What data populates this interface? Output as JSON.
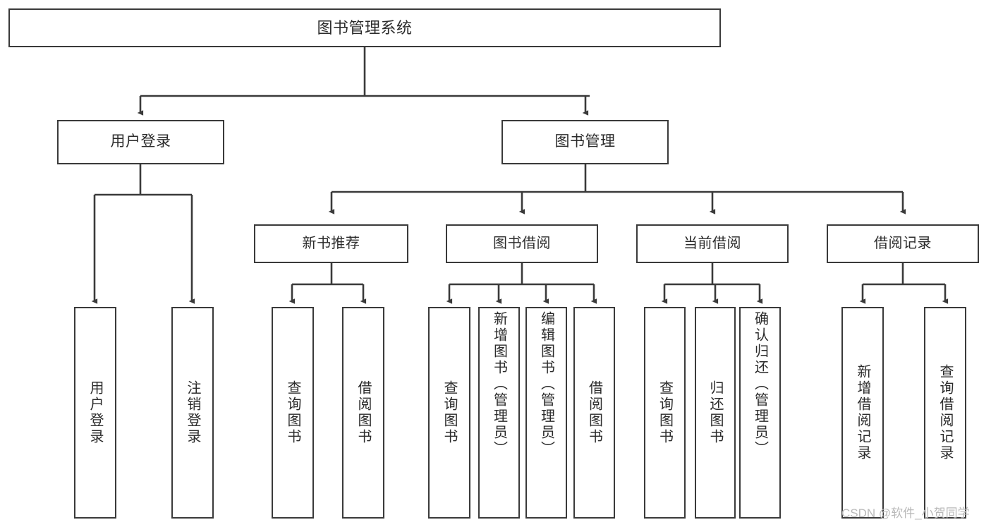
{
  "diagram": {
    "type": "tree",
    "title": "图书管理系统",
    "watermark": "CSDN @软件_小贺同学",
    "colors": {
      "box_border": "#3a3a3a",
      "box_fill": "#ffffff",
      "connector": "#3a3a3a",
      "text": "#2b2b2b",
      "watermark": "#b9b9b9"
    },
    "levels": {
      "root": {
        "label": "图书管理系统"
      },
      "level2": [
        {
          "label": "用户登录"
        },
        {
          "label": "图书管理"
        }
      ],
      "level3": [
        {
          "label": "新书推荐"
        },
        {
          "label": "图书借阅"
        },
        {
          "label": "当前借阅"
        },
        {
          "label": "借阅记录"
        }
      ],
      "leaves": [
        {
          "label": "用户登录",
          "parent": "用户登录"
        },
        {
          "label": "注销登录",
          "parent": "用户登录"
        },
        {
          "label": "查询图书",
          "parent": "新书推荐"
        },
        {
          "label": "借阅图书",
          "parent": "新书推荐"
        },
        {
          "label": "查询图书",
          "parent": "图书借阅"
        },
        {
          "label": "新增图书（管理员）",
          "parent": "图书借阅"
        },
        {
          "label": "编辑图书（管理员）",
          "parent": "图书借阅"
        },
        {
          "label": "借阅图书",
          "parent": "图书借阅"
        },
        {
          "label": "查询图书",
          "parent": "当前借阅"
        },
        {
          "label": "归还图书",
          "parent": "当前借阅"
        },
        {
          "label": "确认归还（管理员）",
          "parent": "当前借阅"
        },
        {
          "label": "新增借阅记录",
          "parent": "借阅记录"
        },
        {
          "label": "查询借阅记录",
          "parent": "借阅记录"
        }
      ]
    }
  }
}
